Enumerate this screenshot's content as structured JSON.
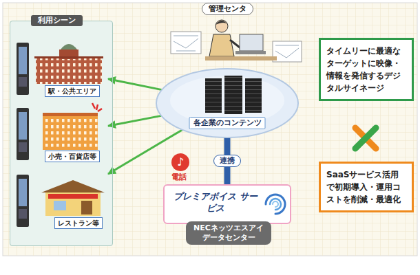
{
  "diagram": {
    "nodes": [
      {
        "text": [
          "利用シーン"
        ]
      },
      {
        "text": [
          "駅・公共エリア"
        ],
        "in": 0
      },
      {
        "text": [
          "小売・百貨店等"
        ],
        "in": 0
      },
      {
        "text": [
          "レストラン等"
        ],
        "in": 0
      },
      {
        "text": [
          "管理センタ"
        ]
      },
      {
        "text": [
          "各企業のコンテンツ"
        ]
      },
      {
        "text": [
          "プレミアボイス サービス",
          "NECネッツエスアイ データセンター"
        ]
      },
      {
        "text": [
          "タイムリーに最適なターゲットに映像・情報を発信するデジタルサイネージ"
        ]
      },
      {
        "text": [
          "SaaSサービス活用で初期導入・運用コストを削減・最適化"
        ]
      }
    ],
    "edges": [
      {
        "from": 5,
        "to": 1,
        "arrow": "to"
      },
      {
        "from": 5,
        "to": 2,
        "arrow": "to"
      },
      {
        "from": 5,
        "to": 3,
        "arrow": "to"
      },
      {
        "from": 5,
        "to": 6,
        "arrow": "none",
        "label": "連携"
      }
    ],
    "labels": [
      "♪",
      "電話"
    ]
  }
}
